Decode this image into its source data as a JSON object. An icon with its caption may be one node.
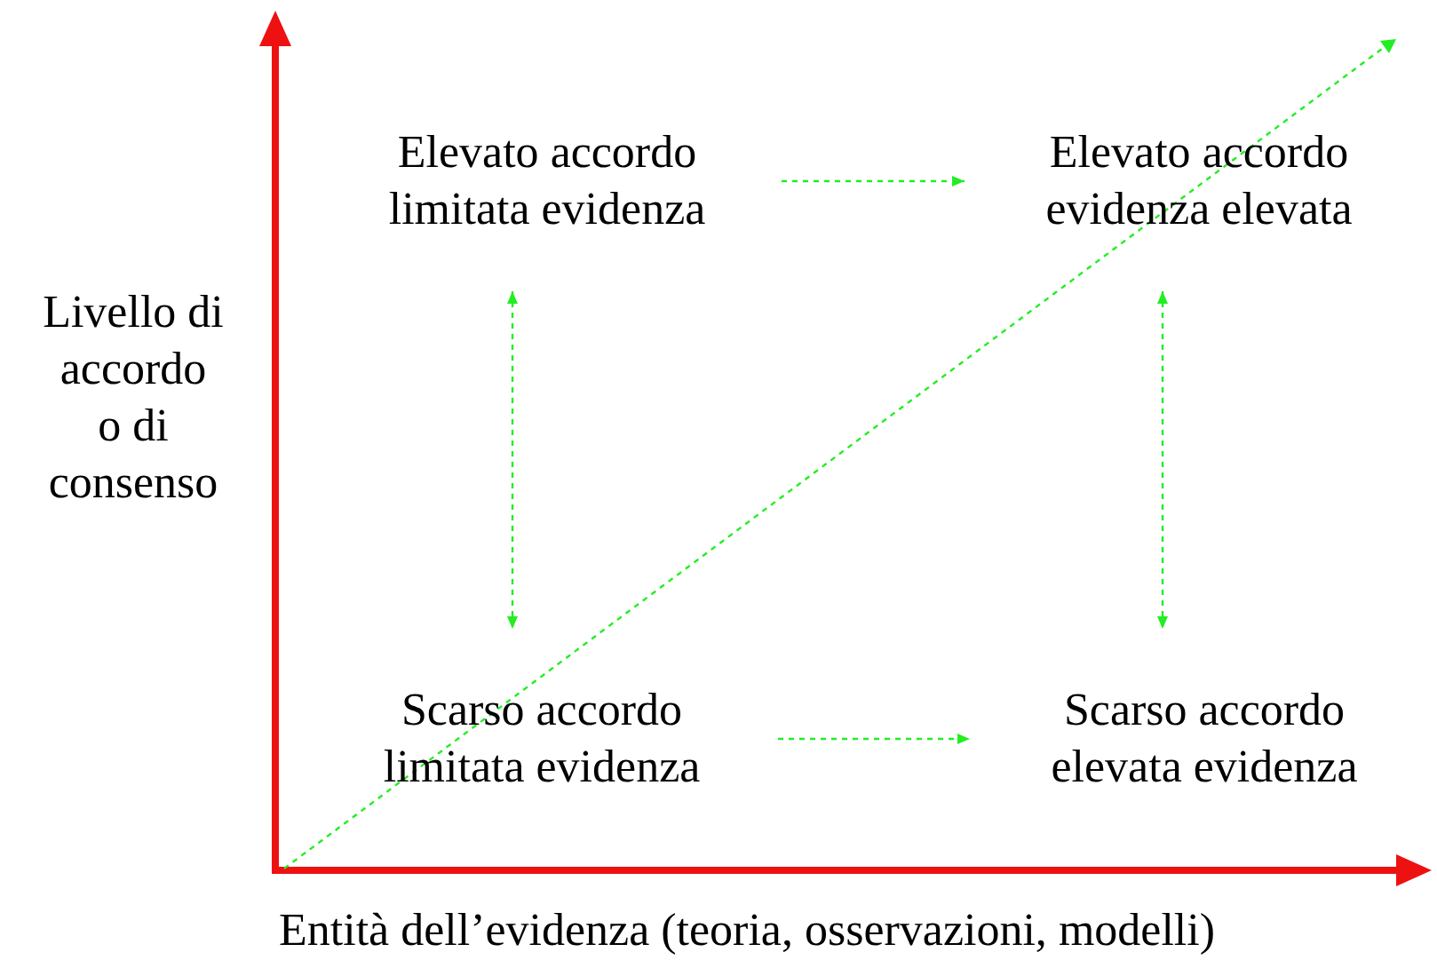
{
  "diagram": {
    "nodes": [
      {
        "text": [
          "Elevato accordo limitata evidenza"
        ]
      },
      {
        "text": [
          "Elevato accordo evidenza elevata"
        ]
      },
      {
        "text": [
          "Scarso accordo limitata evidenza"
        ]
      },
      {
        "text": [
          "Scarso accordo elevata evidenza"
        ]
      }
    ],
    "edges": [
      {
        "from": 0,
        "to": 1,
        "arrow": "to",
        "style": "dashed"
      },
      {
        "from": 0,
        "to": 2,
        "arrow": "both",
        "style": "dashed"
      },
      {
        "from": 1,
        "to": 3,
        "arrow": "both",
        "style": "dashed"
      },
      {
        "from": 2,
        "to": 3,
        "arrow": "to",
        "style": "dashed"
      }
    ],
    "labels": [
      "Livello di accordo o di consenso",
      "Entità dell’evidenza (teoria, osservazioni, modelli)"
    ]
  }
}
